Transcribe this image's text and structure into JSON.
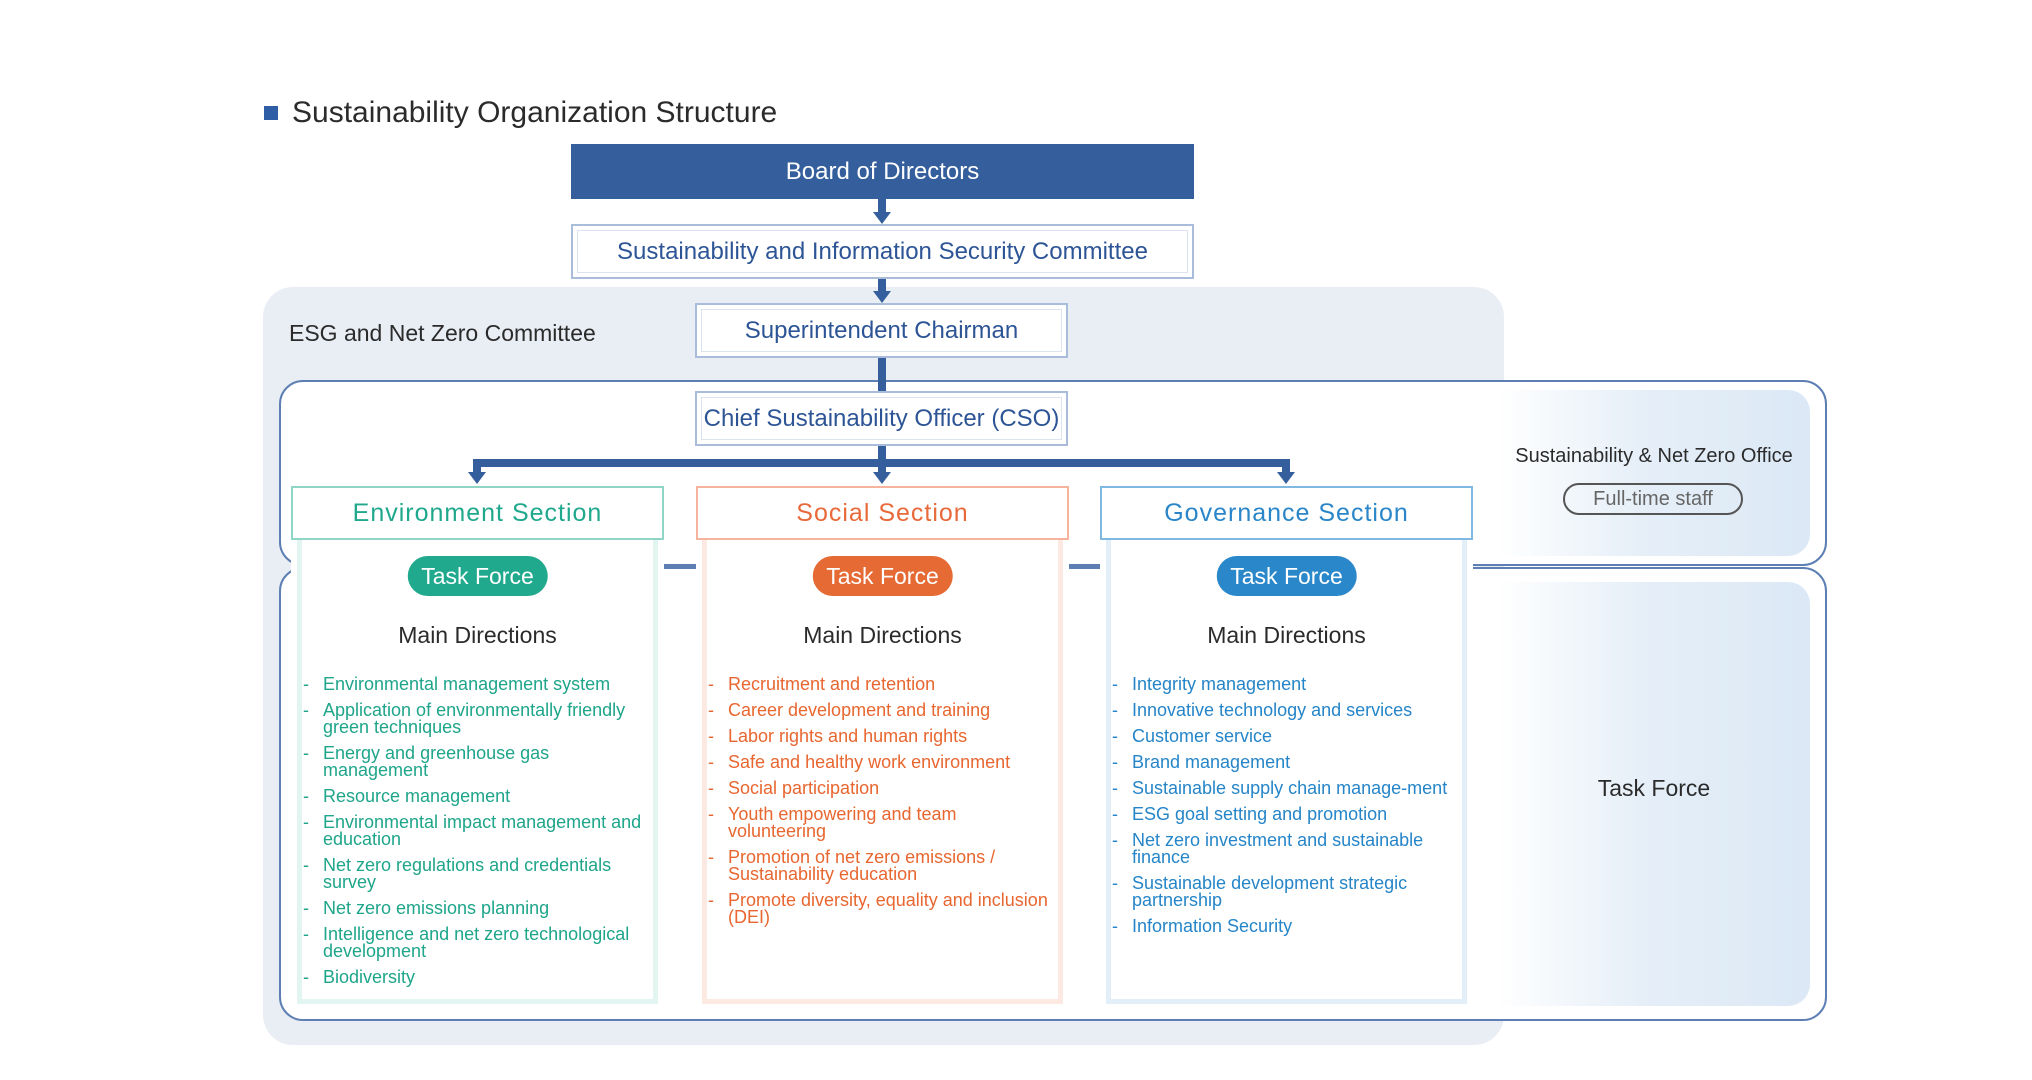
{
  "title": "Sustainability Organization Structure",
  "colors": {
    "primary_blue": "#345f9c",
    "environment": "#21a98e",
    "social": "#e56a34",
    "governance": "#2a87c9"
  },
  "nodes": {
    "board": "Board of Directors",
    "committee": "Sustainability and Information Security Committee",
    "esg_committee": "ESG and Net Zero Committee",
    "chairman": "Superintendent Chairman",
    "cso": "Chief Sustainability Officer (CSO)"
  },
  "office": {
    "title": "Sustainability & Net Zero Office",
    "badge": "Full-time staff"
  },
  "task_force_label": "Task Force",
  "sections": [
    {
      "name": "Environment Section",
      "pill": "Task Force",
      "heading": "Main Directions",
      "items": [
        "Environmental management system",
        "Application of environmentally friendly green techniques",
        "Energy and greenhouse gas management",
        "Resource management",
        "Environmental impact management and education",
        "Net zero regulations and credentials survey",
        "Net zero emissions planning",
        "Intelligence and net zero technological development",
        "Biodiversity"
      ]
    },
    {
      "name": "Social Section",
      "pill": "Task Force",
      "heading": "Main Directions",
      "items": [
        "Recruitment and retention",
        "Career development and training",
        "Labor rights and human rights",
        "Safe and healthy work environment",
        "Social participation",
        "Youth empowering and team volunteering",
        "Promotion of net zero emissions / Sustainability education",
        "Promote diversity, equality and inclusion (DEI)"
      ]
    },
    {
      "name": "Governance Section",
      "pill": "Task Force",
      "heading": "Main Directions",
      "items": [
        "Integrity management",
        "Innovative technology and services",
        "Customer service",
        "Brand management",
        "Sustainable supply chain manage-ment",
        "ESG goal setting and promotion",
        "Net zero investment and sustainable finance",
        "Sustainable development strategic partnership",
        "Information Security"
      ]
    }
  ]
}
